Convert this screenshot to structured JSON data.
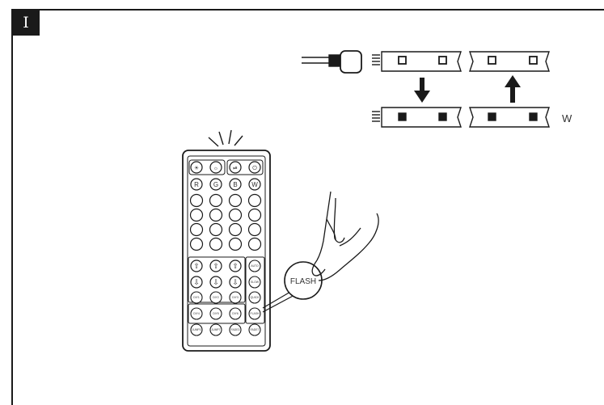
{
  "step": {
    "label": "I"
  },
  "strip": {
    "mode_label": "W"
  },
  "remote": {
    "color_keys": [
      "R",
      "G",
      "B",
      "W"
    ],
    "callout_label": "FLASH",
    "small_key_labels": [
      "AUTO",
      "SLOW",
      "DIY1",
      "DIY2",
      "DIY3",
      "QUICK",
      "DIY4",
      "DIY5",
      "DIY6",
      "FLASH",
      "JUMP3",
      "JUMP7",
      "FADE3",
      "FADE7"
    ]
  },
  "colors": {
    "ink": "#1a1a1a",
    "background": "#ffffff"
  }
}
